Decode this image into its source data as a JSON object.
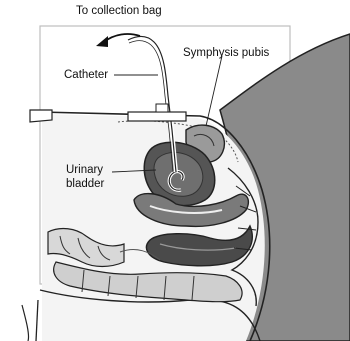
{
  "labels": {
    "collection_bag": "To collection bag",
    "symphysis_pubis": "Symphysis pubis",
    "catheter": "Catheter",
    "urinary_bladder_line1": "Urinary",
    "urinary_bladder_line2": "bladder"
  },
  "colors": {
    "outline": "#222222",
    "skin_shade": "#8a8a8a",
    "organ_dark": "#4a4a4a",
    "organ_mid": "#777777",
    "organ_light": "#d8d8d8",
    "background": "#ffffff"
  }
}
